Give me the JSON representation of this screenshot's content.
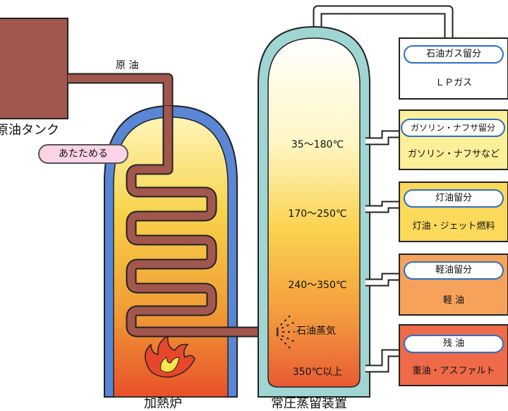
{
  "labels": {
    "tank": "原油タンク",
    "crude_oil": "原 油",
    "heat": "あたためる",
    "vapor": "石油蒸気",
    "furnace": "加熱炉",
    "column": "常圧蒸留装置"
  },
  "temperatures": [
    "35〜180℃",
    "170〜250℃",
    "240〜350℃",
    "350℃以上"
  ],
  "fractions": [
    {
      "name": "石油ガス留分",
      "product": "ＬＰガス",
      "fill": "#ffffff"
    },
    {
      "name": "ガソリン・ナフサ留分",
      "product": "ガソリン・ナフサなど",
      "fill": "#fbef9a"
    },
    {
      "name": "灯油留分",
      "product": "灯油・ジェット燃料",
      "fill": "#fbd95a"
    },
    {
      "name": "軽油留分",
      "product": "軽 油",
      "fill": "#f6a25a"
    },
    {
      "name": "残 油",
      "product": "重油・アスファルト",
      "fill": "#ee6a48"
    }
  ],
  "colors": {
    "tank": "#a1574e",
    "pipe": "#a1574e",
    "furnace_wall": "#5a86d6",
    "column_wall": "#9fd6d3",
    "pill_border": "#2b6fc9",
    "flame": "#e8462a"
  }
}
